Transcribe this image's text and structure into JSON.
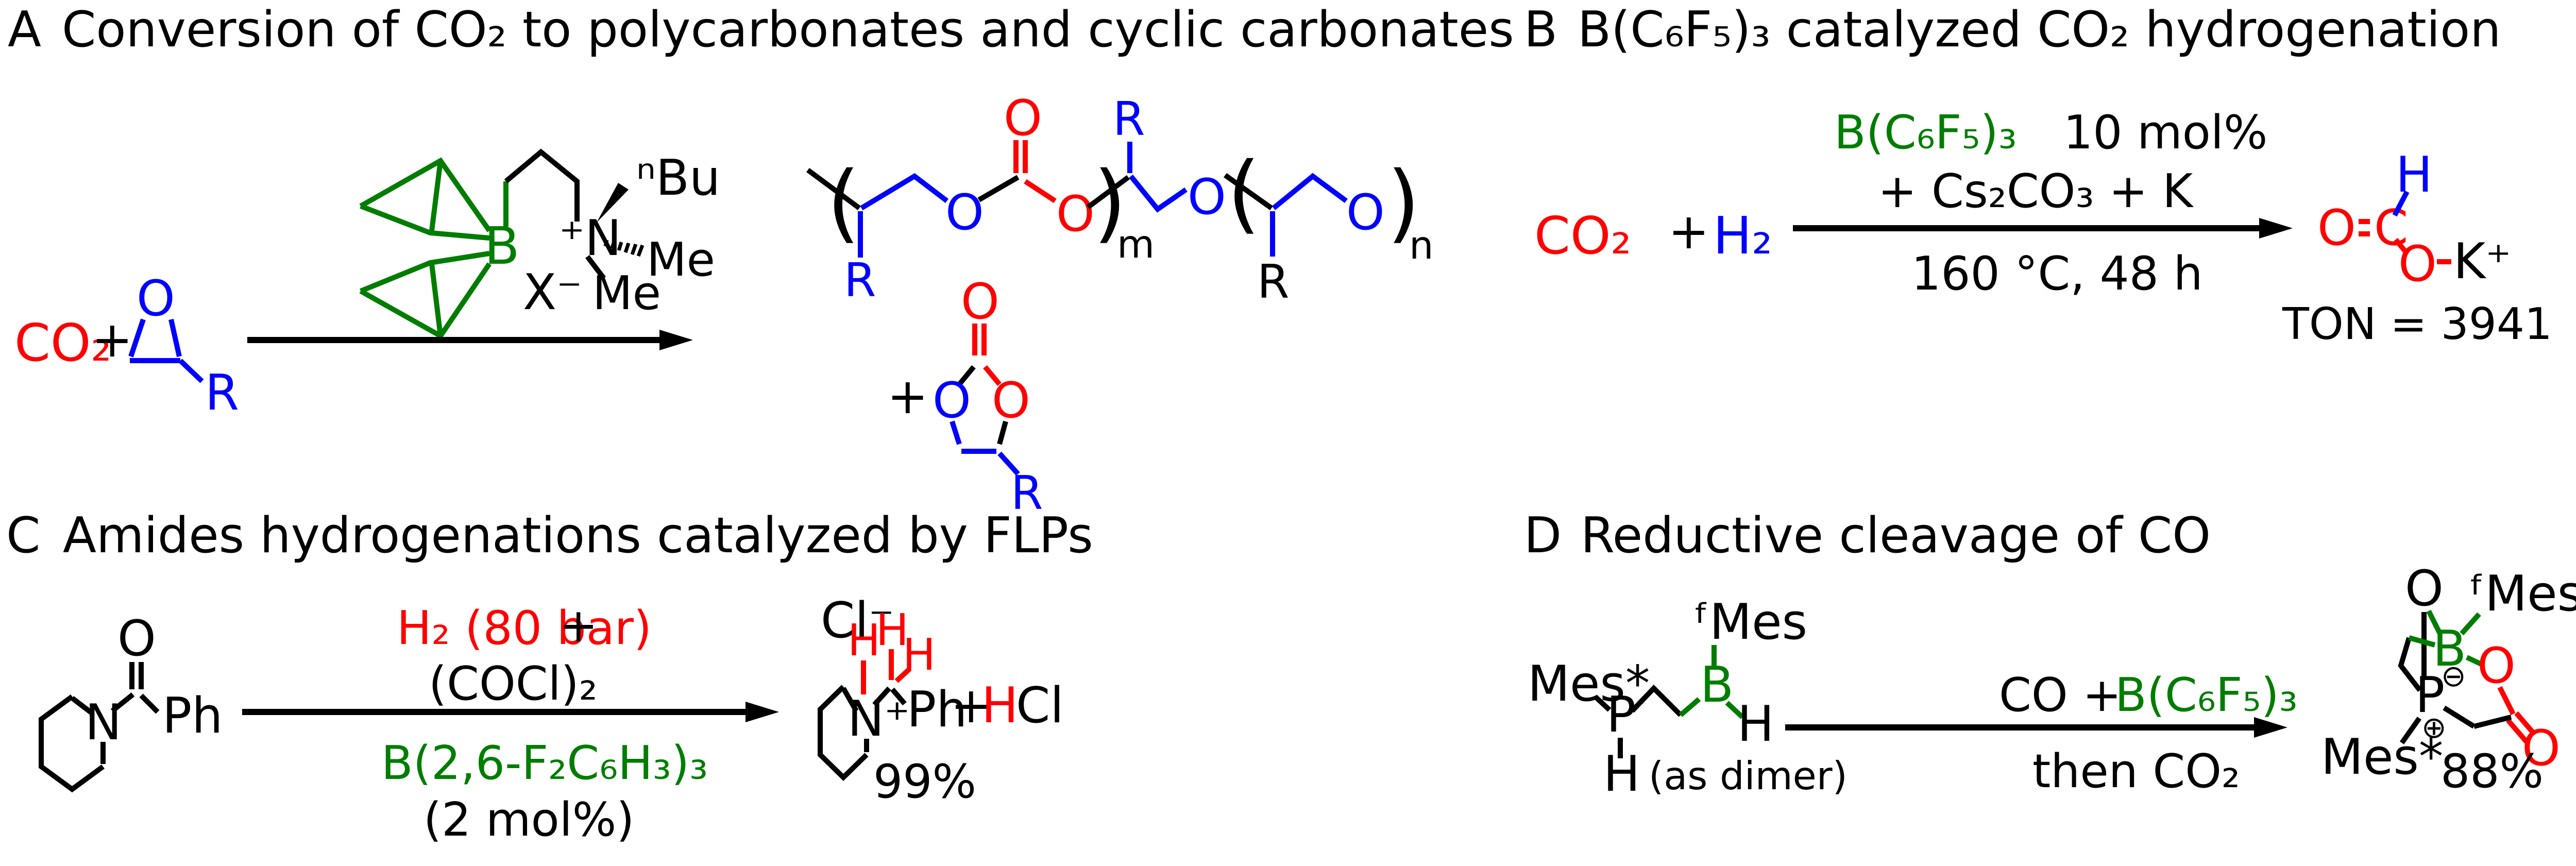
{
  "colors": {
    "red": "#ff0000",
    "blue": "#0000ff",
    "green": "#007d00",
    "black": "#000000",
    "background": "#ffffff"
  },
  "a": {
    "label": "A",
    "title": "Conversion of CO₂ to polycarbonates and cyclic carbonates",
    "co2": "CO₂",
    "plus1": "+",
    "ep_o": "O",
    "ep_r": "R",
    "cat_b": "B",
    "cat_nbu": "ⁿBu",
    "cat_n": "⁺N",
    "cat_me1": "Me",
    "cat_me2": "Me",
    "cat_x": "X⁻",
    "po_open1": "(",
    "po_r1": "R",
    "po_o1": "O",
    "po_o2": "O",
    "po_o3": "O",
    "po_close1": ")",
    "po_m": "m",
    "po_r2": "R",
    "po_o4": "O",
    "po_open2": "(",
    "po_r3": "R",
    "po_o5": "O",
    "po_close2": ")",
    "po_n": "n",
    "plus2": "+",
    "cc_otop": "O",
    "cc_ol": "O",
    "cc_or": "O",
    "cc_r": "R"
  },
  "b": {
    "label": "B",
    "title": "B(C₆F₅)₃ catalyzed CO₂ hydrogenation",
    "co2": "CO₂",
    "plus": "+",
    "h2": "H₂",
    "cond1_cat": "B(C₆F₅)₃",
    "cond1_load": "10 mol%",
    "cond2": "+ Cs₂CO₃ + K",
    "cond3": "160 °C, 48 h",
    "p_o1": "O",
    "p_c": "C",
    "p_h": "H",
    "p_o2": "O",
    "p_k": "K⁺",
    "ton": "TON = 3941"
  },
  "c": {
    "label": "C",
    "title": "Amides hydrogenations catalyzed by FLPs",
    "r_o": "O",
    "r_n": "N",
    "r_ph": "Ph",
    "cond1_red": "H₂ (80 bar)",
    "cond1_plus": "+",
    "cond2": "(COCl)₂",
    "cond3": "B(2,6-F₂C₆H₃)₃",
    "cond4": "(2 mol%)",
    "p_cl": "Cl⁻",
    "p_h1": "H",
    "p_h2": "H",
    "p_h3": "H",
    "p_n": "N⁺",
    "p_ph": "Ph",
    "p_plus": "+",
    "p_hcl_h": "H",
    "p_hcl_cl": "Cl",
    "yield": "99%"
  },
  "d": {
    "label": "D",
    "title": "Reductive cleavage of CO",
    "r_mes": "Mes*",
    "r_p": "P",
    "r_ph": "H",
    "r_b": "B",
    "r_fmes": "ᶠMes",
    "r_bh": "H",
    "dimer": "(as dimer)",
    "cond1_co": "CO +",
    "cond1_cat": "B(C₆F₅)₃",
    "cond2": "then CO₂",
    "p_otop": "O",
    "p_fmes": "ᶠMes",
    "p_b": "B",
    "p_minus": "⊖",
    "p_or": "O",
    "p_ob": "O",
    "p_p": "P",
    "p_plus": "⊕",
    "p_mes": "Mes*",
    "yield": "88%"
  }
}
